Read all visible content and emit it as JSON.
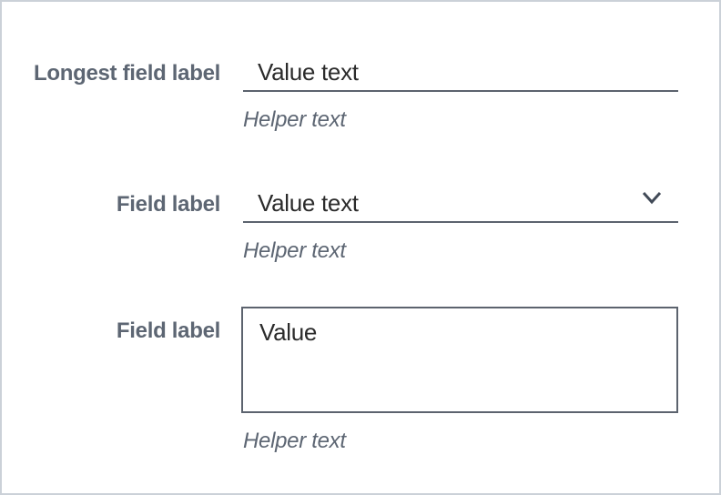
{
  "theme": {
    "panel_bg": "#ffffff",
    "outer_border": "#cbd1d8",
    "label_color": "#5d6673",
    "value_color": "#2b2b2b",
    "helper_color": "#5d6673",
    "control_border": "#5c636e",
    "chevron_color": "#414a57"
  },
  "fields": [
    {
      "type": "text-input",
      "label": "Longest field label",
      "value": "Value text",
      "helper": "Helper text"
    },
    {
      "type": "select",
      "label": "Field label",
      "value": "Value text",
      "helper": "Helper text",
      "icon": "chevron-down-icon"
    },
    {
      "type": "textarea",
      "label": "Field label",
      "value": "Value",
      "helper": "Helper text"
    }
  ]
}
